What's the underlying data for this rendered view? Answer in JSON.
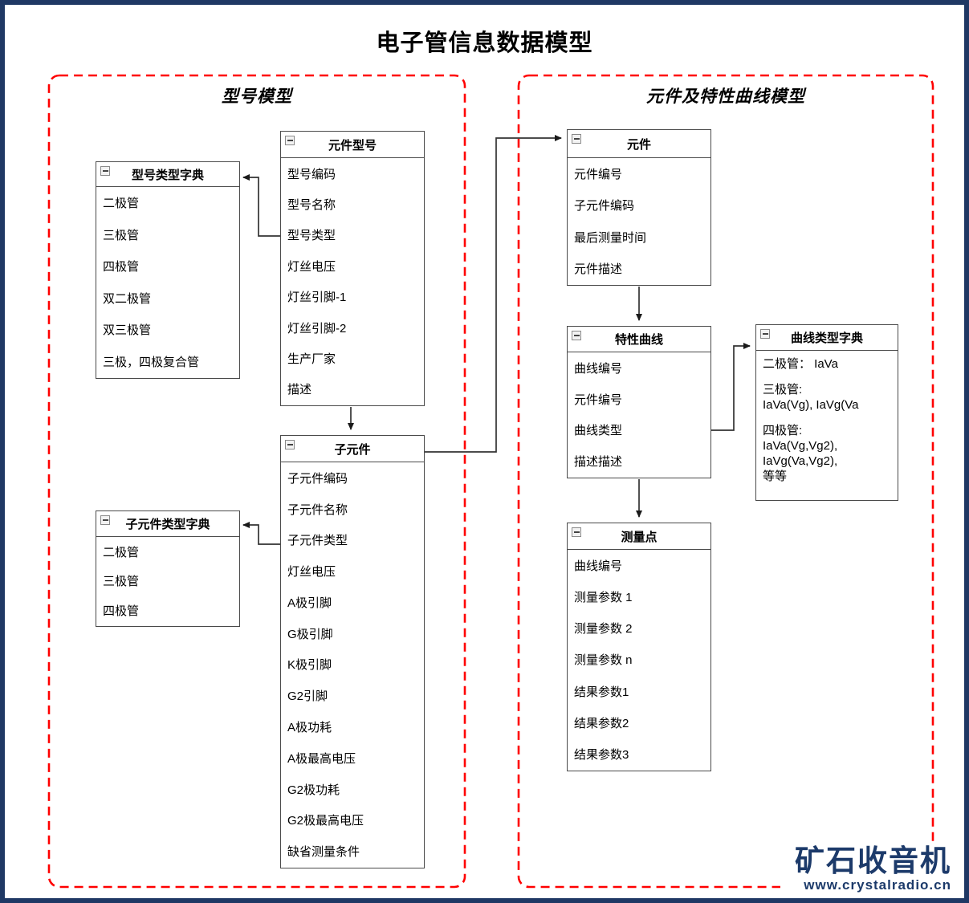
{
  "title": "电子管信息数据模型",
  "sections": {
    "left": {
      "label": "型号模型"
    },
    "right": {
      "label": "元件及特性曲线模型"
    }
  },
  "entities": [
    {
      "id": "component_model",
      "title": "元件型号",
      "fields": [
        "型号编码",
        "型号名称",
        "型号类型",
        "灯丝电压",
        "灯丝引脚-1",
        "灯丝引脚-2",
        "生产厂家",
        "描述"
      ]
    },
    {
      "id": "model_type_dict",
      "title": "型号类型字典",
      "fields": [
        "二极管",
        "三极管",
        "四极管",
        "双二极管",
        "双三极管",
        "三极，四极复合管"
      ]
    },
    {
      "id": "sub_component",
      "title": "子元件",
      "fields": [
        "子元件编码",
        "子元件名称",
        "子元件类型",
        "灯丝电压",
        "A极引脚",
        "G极引脚",
        "K极引脚",
        "G2引脚",
        "A极功耗",
        "A极最高电压",
        "G2极功耗",
        "G2极最高电压",
        "缺省测量条件"
      ]
    },
    {
      "id": "sub_component_type_dict",
      "title": "子元件类型字典",
      "fields": [
        "二极管",
        "三极管",
        "四极管"
      ]
    },
    {
      "id": "component",
      "title": "元件",
      "fields": [
        "元件编号",
        "子元件编码",
        "最后测量时间",
        "元件描述"
      ]
    },
    {
      "id": "characteristic_curve",
      "title": "特性曲线",
      "fields": [
        "曲线编号",
        "元件编号",
        "曲线类型",
        "描述描述"
      ]
    },
    {
      "id": "curve_type_dict",
      "title": "曲线类型字典",
      "fields": [
        [
          "二极管： IaVa"
        ],
        [
          "三极管:",
          "IaVa(Vg), IaVg(Va"
        ],
        [
          "四极管:",
          "IaVa(Vg,Vg2),",
          "IaVg(Va,Vg2),",
          "等等"
        ]
      ]
    },
    {
      "id": "measurement_point",
      "title": "测量点",
      "fields": [
        "曲线编号",
        "测量参数 1",
        "测量参数 2",
        "测量参数 n",
        "结果参数1",
        "结果参数2",
        "结果参数3"
      ]
    }
  ],
  "relations": [
    {
      "from": "元件型号.型号类型",
      "to": "型号类型字典"
    },
    {
      "from": "元件型号",
      "to": "子元件"
    },
    {
      "from": "子元件",
      "to": "元件"
    },
    {
      "from": "子元件.子元件类型",
      "to": "子元件类型字典"
    },
    {
      "from": "元件",
      "to": "特性曲线"
    },
    {
      "from": "特性曲线.曲线类型",
      "to": "曲线类型字典"
    },
    {
      "from": "特性曲线",
      "to": "测量点"
    }
  ],
  "icons": {
    "collapse": "minus-icon"
  },
  "watermark": {
    "name": "矿石收音机",
    "url": "www.crystalradio.cn"
  },
  "colors": {
    "frame": "#1F3864",
    "dashed_box": "#FF0000",
    "entity_border": "#4A4A4A",
    "watermark": "#1C3A6A",
    "connector": "#333333"
  }
}
